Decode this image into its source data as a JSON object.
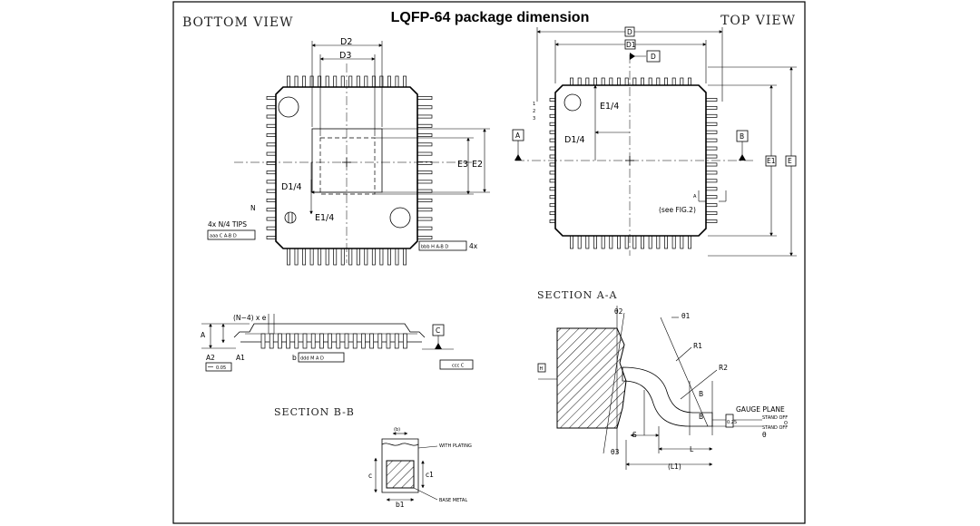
{
  "title": "LQFP-64 package dimension",
  "views": {
    "bottom": "BOTTOM VIEW",
    "top": "TOP VIEW",
    "section_aa": "SECTION A-A",
    "section_bb": "SECTION B-B"
  },
  "bottom_view_labels": {
    "d2": "D2",
    "d3": "D3",
    "e3": "E3",
    "e2": "E2",
    "d1_4": "D1/4",
    "e1_4": "E1/4",
    "n": "N",
    "tips_note": "4x N/4 TIPS",
    "tips_fcf": "aaa C A-B D",
    "fcf_bbb": "bbb H A-B D",
    "x4": "4x"
  },
  "top_view_labels": {
    "d": "D",
    "d1": "D1",
    "datum_d": "D",
    "datum_a": "A",
    "datum_b": "B",
    "e1_4": "E1/4",
    "d1_4": "D1/4",
    "e1": "E1",
    "e": "E",
    "pin1": "1",
    "pin2": "2",
    "pin3": "3",
    "a_mark": "A",
    "see_fig": "(see FIG.2)"
  },
  "side_view_labels": {
    "pitch": "(N−4) x e",
    "a": "A",
    "a2": "A2",
    "a1": "A1",
    "b": "b",
    "fcf_ddd": "ddd M A D",
    "datum_c": "C",
    "fcf_ccc": "ccc C",
    "tol_005": "0.05"
  },
  "section_aa_labels": {
    "theta2": "θ2",
    "theta1": "θ1",
    "r1": "R1",
    "r2": "R2",
    "b": "B",
    "h": "H",
    "gauge": "GAUGE PLANE",
    "c_stand": "0.25",
    "stand_off1": "STAND OFF",
    "stand_off2": "STAND OFF",
    "o": "O",
    "s": "S",
    "l": "L",
    "l1": "(L1)",
    "theta": "θ",
    "theta3": "θ3"
  },
  "section_bb_labels": {
    "b_paren": "(b)",
    "with_plating": "WITH PLATING",
    "c": "c",
    "c1": "c1",
    "b1": "b1",
    "base_metal": "BASE METAL"
  }
}
